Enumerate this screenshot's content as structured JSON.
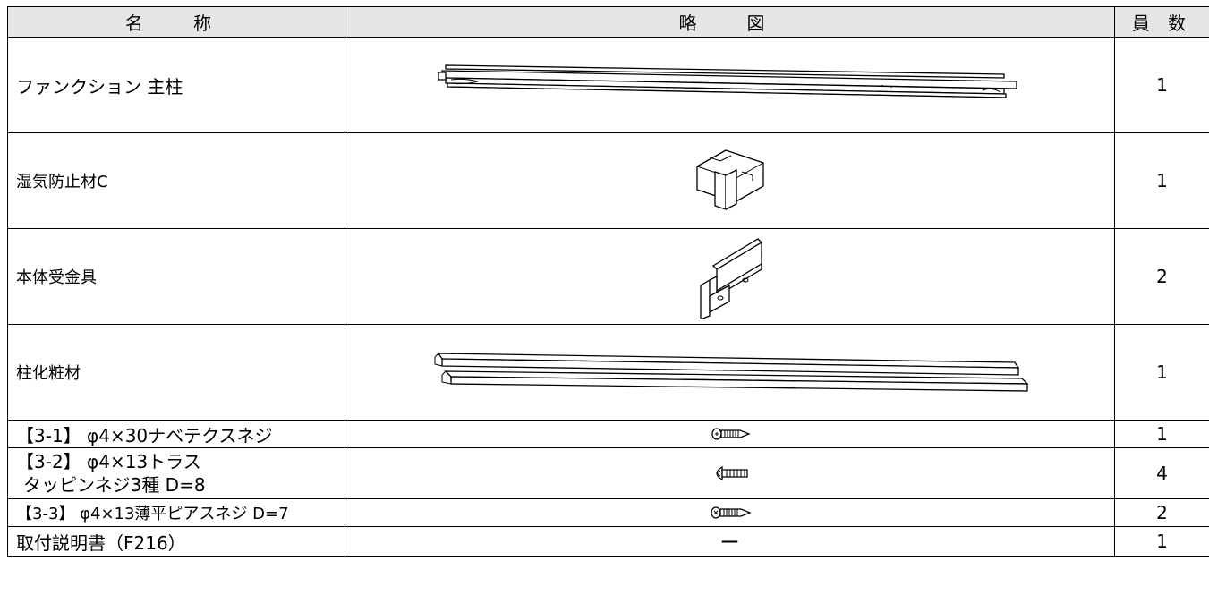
{
  "header": {
    "name": "名　称",
    "figure": "略　図",
    "qty": "員 数"
  },
  "rows": [
    {
      "name": "ファンクション 主柱",
      "qty": "1",
      "icon": "main-pillar-icon"
    },
    {
      "name": "湿気防止材C",
      "qty": "1",
      "icon": "moisture-block-icon"
    },
    {
      "name": "本体受金具",
      "qty": "2",
      "icon": "bracket-icon"
    },
    {
      "name": "柱化粧材",
      "qty": "1",
      "icon": "pillar-trim-icon"
    },
    {
      "name": "【3-1】 φ4×30ナベテクスネジ",
      "qty": "1",
      "icon": "pan-head-screw-icon"
    },
    {
      "name_line1": "【3-2】 φ4×13トラス",
      "name_line2": "タッピンネジ3種 D=8",
      "qty": "4",
      "icon": "truss-screw-icon"
    },
    {
      "name": "【3-3】 φ4×13薄平ピアスネジ D=7",
      "qty": "2",
      "icon": "thin-pierce-screw-icon"
    },
    {
      "name": "取付説明書（F216）",
      "figure": "ー",
      "qty": "1"
    }
  ]
}
